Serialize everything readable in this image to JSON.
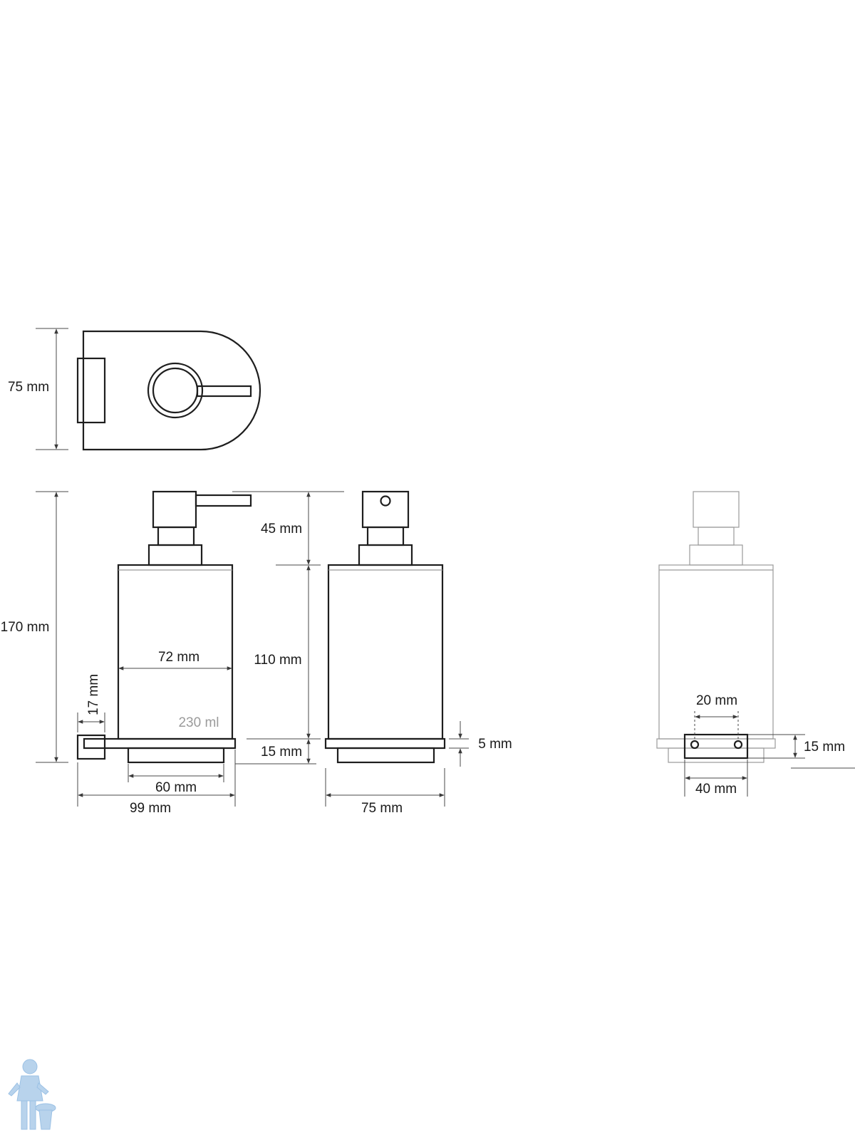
{
  "dimensions": {
    "top_depth": "75 mm",
    "overall_height": "170 mm",
    "pump_height": "45 mm",
    "bottle_height": "110 mm",
    "base_height": "15 mm",
    "bottle_width": "72 mm",
    "bracket_height": "17 mm",
    "bottom_width": "60 mm",
    "total_depth": "99 mm",
    "front_width": "75 mm",
    "gap": "5 mm",
    "hole_spacing": "20 mm",
    "bracket_plate_height": "15 mm",
    "bracket_plate_width": "40 mm"
  },
  "capacity": "230 ml",
  "colors": {
    "line": "#1e1e1e",
    "thin_line": "#9a9a9a",
    "capacity_text": "#9b9b9b",
    "watermark": "#4a8fd0"
  },
  "icons": {
    "watermark_logo": "plumber-mascot-icon"
  }
}
